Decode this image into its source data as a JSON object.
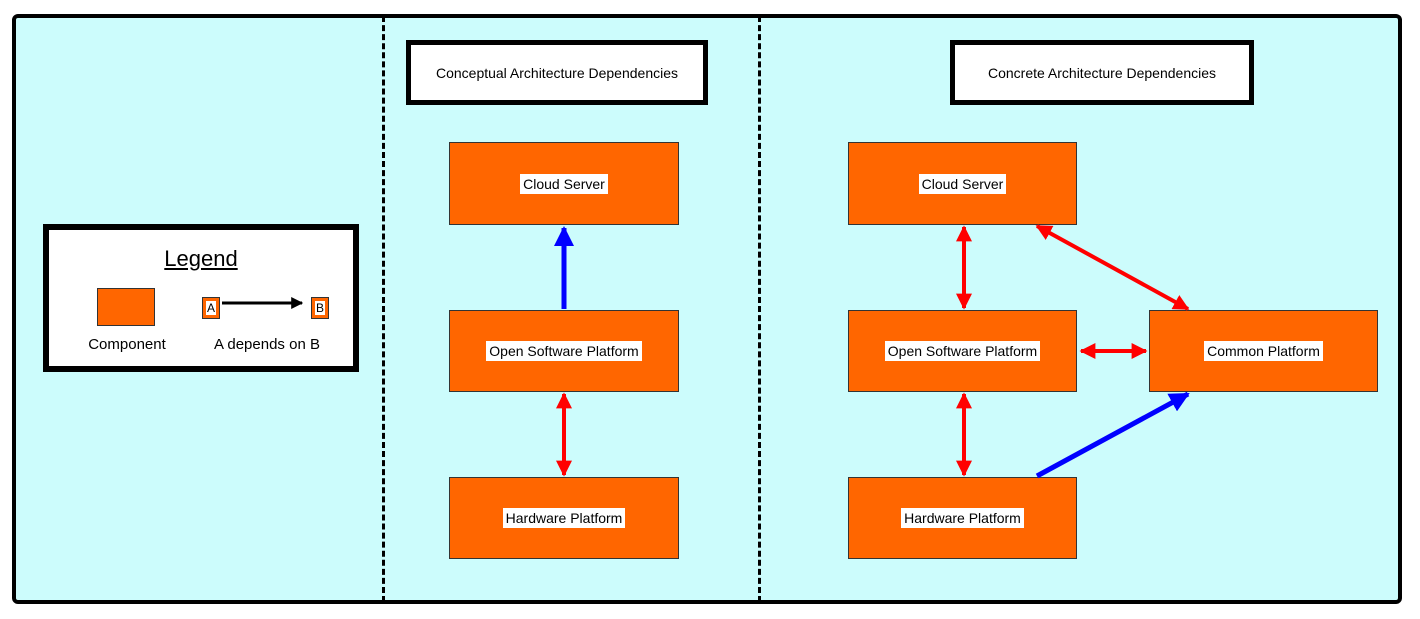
{
  "legend": {
    "title": "Legend",
    "component_caption": "Component",
    "dependency_caption": "A depends on B",
    "label_a": "A",
    "label_b": "B"
  },
  "conceptual": {
    "title": "Conceptual Architecture Dependencies",
    "cloud_server": "Cloud Server",
    "open_software_platform": "Open Software Platform",
    "hardware_platform": "Hardware Platform"
  },
  "concrete": {
    "title": "Concrete Architecture Dependencies",
    "cloud_server": "Cloud Server",
    "open_software_platform": "Open Software Platform",
    "hardware_platform": "Hardware Platform",
    "common_platform": "Common Platform"
  },
  "colors": {
    "background": "#ccfcfc",
    "component": "#ff6600",
    "bidirectional_dependency": "#ff0000",
    "unidirectional_dependency": "#0000ff"
  },
  "dependencies": {
    "conceptual": [
      {
        "from": "Open Software Platform",
        "to": "Cloud Server",
        "type": "one-way"
      },
      {
        "from": "Open Software Platform",
        "to": "Hardware Platform",
        "type": "two-way"
      }
    ],
    "concrete": [
      {
        "from": "Cloud Server",
        "to": "Open Software Platform",
        "type": "two-way"
      },
      {
        "from": "Cloud Server",
        "to": "Common Platform",
        "type": "two-way"
      },
      {
        "from": "Open Software Platform",
        "to": "Common Platform",
        "type": "two-way"
      },
      {
        "from": "Open Software Platform",
        "to": "Hardware Platform",
        "type": "two-way"
      },
      {
        "from": "Hardware Platform",
        "to": "Common Platform",
        "type": "one-way"
      }
    ]
  }
}
